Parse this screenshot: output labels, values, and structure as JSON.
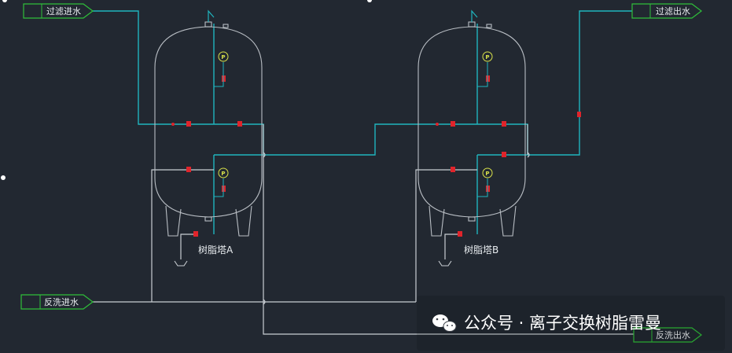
{
  "labels": {
    "filter_in": "过滤进水",
    "filter_out": "过滤出水",
    "backwash_in": "反洗进水",
    "backwash_out": "反洗出水"
  },
  "tanks": {
    "a": "树脂塔A",
    "b": "树脂塔B"
  },
  "gauge_symbol": "P",
  "watermark": {
    "text": "公众号 · 离子交换树脂雷曼",
    "icon": "wechat-icon"
  },
  "colors": {
    "background": "#222831",
    "process_line": "#1fb5be",
    "utility_line": "#c8cdd2",
    "vessel_outline": "#b9bec4",
    "valve": "#e0242b",
    "tag_border": "#2fbf3a",
    "gauge": "#d9e24a"
  }
}
